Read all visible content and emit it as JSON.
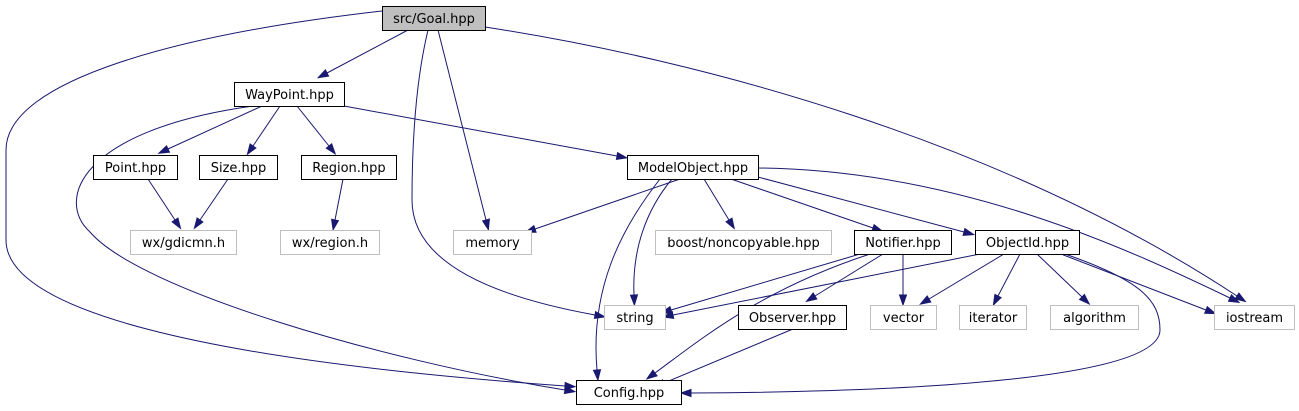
{
  "graph": {
    "colors": {
      "edge": "#191970",
      "root_fill": "#bfbfbf",
      "documented_border": "#000000",
      "external_border": "#bfbfbf",
      "node_fill": "#ffffff"
    },
    "nodes": [
      {
        "id": "goal",
        "label": "src/Goal.hpp",
        "kind": "root"
      },
      {
        "id": "waypoint",
        "label": "WayPoint.hpp",
        "kind": "documented"
      },
      {
        "id": "point",
        "label": "Point.hpp",
        "kind": "documented"
      },
      {
        "id": "size",
        "label": "Size.hpp",
        "kind": "documented"
      },
      {
        "id": "region",
        "label": "Region.hpp",
        "kind": "documented"
      },
      {
        "id": "modelobject",
        "label": "ModelObject.hpp",
        "kind": "documented"
      },
      {
        "id": "gdicmn",
        "label": "wx/gdicmn.h",
        "kind": "external"
      },
      {
        "id": "wxregion",
        "label": "wx/region.h",
        "kind": "external"
      },
      {
        "id": "memory",
        "label": "memory",
        "kind": "external"
      },
      {
        "id": "noncopyable",
        "label": "boost/noncopyable.hpp",
        "kind": "external"
      },
      {
        "id": "notifier",
        "label": "Notifier.hpp",
        "kind": "documented"
      },
      {
        "id": "objectid",
        "label": "ObjectId.hpp",
        "kind": "documented"
      },
      {
        "id": "string",
        "label": "string",
        "kind": "external"
      },
      {
        "id": "observer",
        "label": "Observer.hpp",
        "kind": "documented"
      },
      {
        "id": "vector",
        "label": "vector",
        "kind": "external"
      },
      {
        "id": "iterator",
        "label": "iterator",
        "kind": "external"
      },
      {
        "id": "algorithm",
        "label": "algorithm",
        "kind": "external"
      },
      {
        "id": "iostream",
        "label": "iostream",
        "kind": "external"
      },
      {
        "id": "config",
        "label": "Config.hpp",
        "kind": "documented"
      }
    ],
    "edges": [
      [
        "goal",
        "waypoint"
      ],
      [
        "goal",
        "config"
      ],
      [
        "goal",
        "memory"
      ],
      [
        "goal",
        "string"
      ],
      [
        "goal",
        "iostream"
      ],
      [
        "waypoint",
        "point"
      ],
      [
        "waypoint",
        "size"
      ],
      [
        "waypoint",
        "region"
      ],
      [
        "waypoint",
        "modelobject"
      ],
      [
        "waypoint",
        "config"
      ],
      [
        "point",
        "gdicmn"
      ],
      [
        "size",
        "gdicmn"
      ],
      [
        "region",
        "wxregion"
      ],
      [
        "modelobject",
        "memory"
      ],
      [
        "modelobject",
        "noncopyable"
      ],
      [
        "modelobject",
        "notifier"
      ],
      [
        "modelobject",
        "objectid"
      ],
      [
        "modelobject",
        "string"
      ],
      [
        "modelobject",
        "config"
      ],
      [
        "modelobject",
        "iostream"
      ],
      [
        "notifier",
        "string"
      ],
      [
        "notifier",
        "observer"
      ],
      [
        "notifier",
        "vector"
      ],
      [
        "notifier",
        "config"
      ],
      [
        "objectid",
        "string"
      ],
      [
        "objectid",
        "vector"
      ],
      [
        "objectid",
        "iterator"
      ],
      [
        "objectid",
        "algorithm"
      ],
      [
        "objectid",
        "iostream"
      ],
      [
        "objectid",
        "config"
      ],
      [
        "observer",
        "config"
      ]
    ]
  }
}
